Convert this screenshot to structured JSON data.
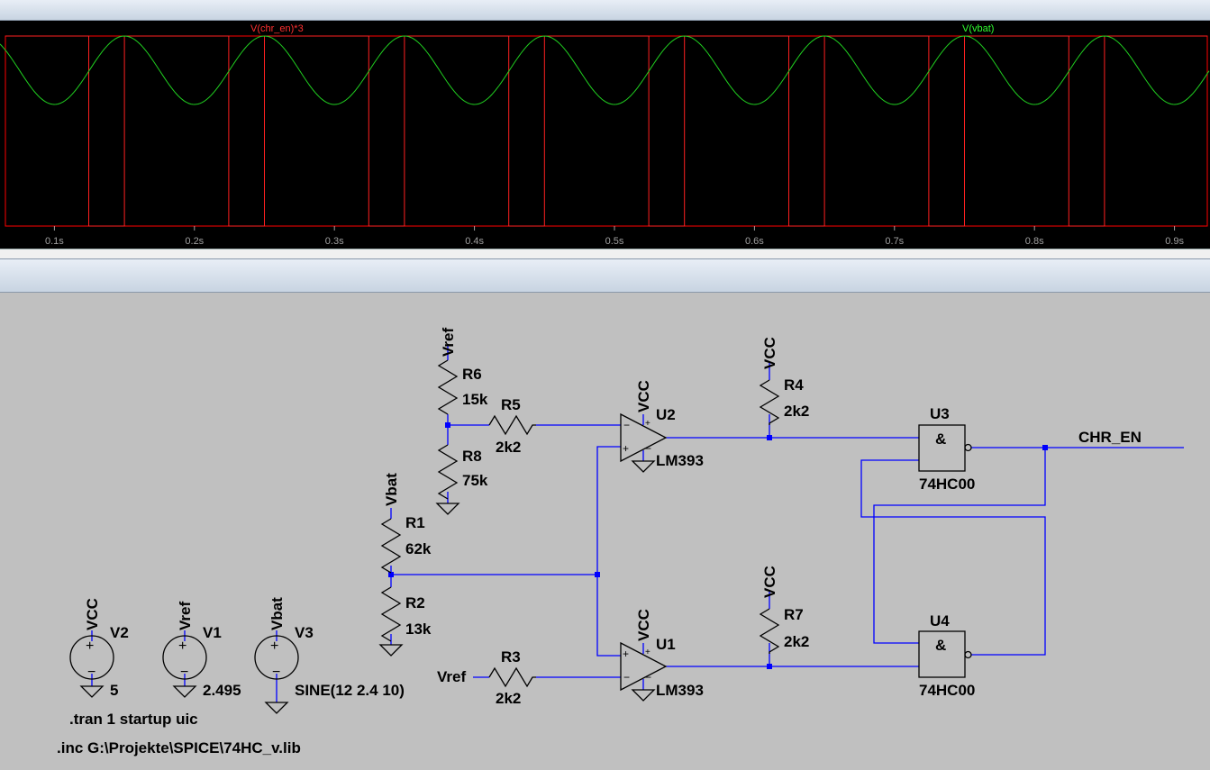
{
  "waveform": {
    "traces": [
      {
        "label": "V(chr_en)*3",
        "color": "#ff0000"
      },
      {
        "label": "V(vbat)",
        "color": "#00ff00"
      }
    ],
    "x_ticks": [
      "0.1s",
      "0.2s",
      "0.3s",
      "0.4s",
      "0.5s",
      "0.6s",
      "0.7s",
      "0.8s",
      "0.9s"
    ],
    "grid_color": "#ff0000",
    "tick_color": "#a0a0a0"
  },
  "schematic": {
    "components": [
      {
        "ref": "R6",
        "value": "15k"
      },
      {
        "ref": "R5",
        "value": "2k2"
      },
      {
        "ref": "R8",
        "value": "75k"
      },
      {
        "ref": "R1",
        "value": "62k"
      },
      {
        "ref": "R2",
        "value": "13k"
      },
      {
        "ref": "R3",
        "value": "2k2"
      },
      {
        "ref": "R4",
        "value": "2k2"
      },
      {
        "ref": "R7",
        "value": "2k2"
      },
      {
        "ref": "U2",
        "value": "LM393"
      },
      {
        "ref": "U1",
        "value": "LM393"
      },
      {
        "ref": "U3",
        "value": "74HC00"
      },
      {
        "ref": "U4",
        "value": "74HC00"
      },
      {
        "ref": "V2",
        "value": "5"
      },
      {
        "ref": "V1",
        "value": "2.495"
      },
      {
        "ref": "V3",
        "value": "SINE(12 2.4 10)"
      }
    ],
    "nets": {
      "vref": "Vref",
      "vbat": "Vbat",
      "vcc": "VCC",
      "out": "CHR_EN"
    },
    "gate_symbol": "&",
    "directives": [
      ".tran 1 startup uic",
      ".inc G:\\Projekte\\SPICE\\74HC_v.lib"
    ],
    "wire_color": "#0000ff"
  }
}
